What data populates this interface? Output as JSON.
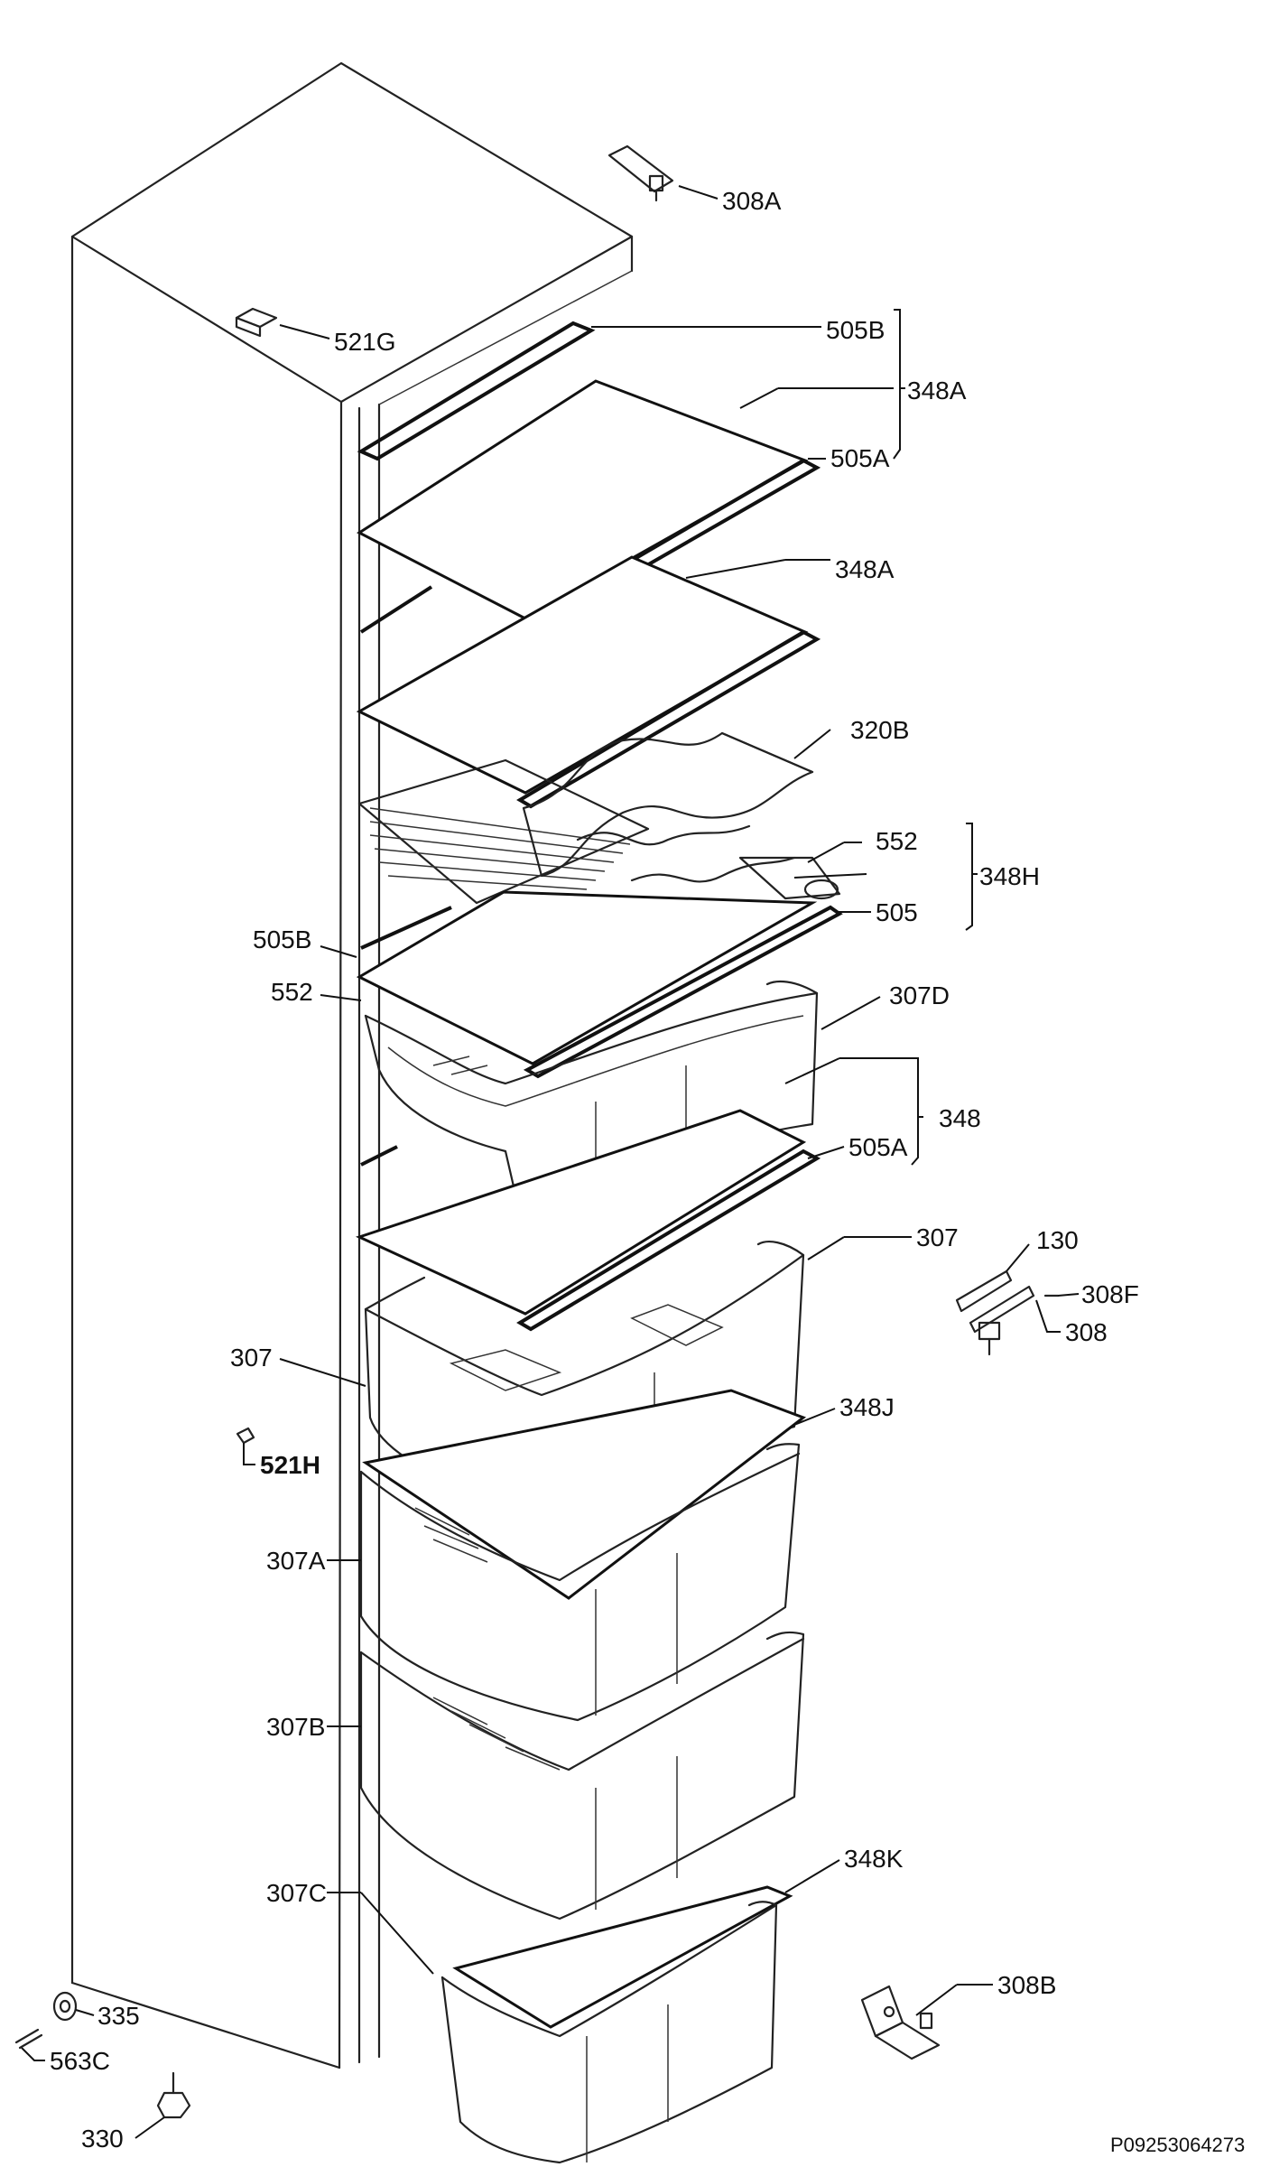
{
  "labels": {
    "l308a": "308A",
    "l521g": "521G",
    "l505b_top": "505B",
    "l348a_top": "348A",
    "l505a_top": "505A",
    "l348a_2": "348A",
    "l320b": "320B",
    "l552_right": "552",
    "l348h": "348H",
    "l505": "505",
    "l505b_left": "505B",
    "l552_left": "552",
    "l307d": "307D",
    "l348": "348",
    "l505a_2": "505A",
    "l307_right": "307",
    "l130": "130",
    "l308f": "308F",
    "l308": "308",
    "l307_left": "307",
    "l348j": "348J",
    "l521h": "521H",
    "l307a": "307A",
    "l307b": "307B",
    "l307c": "307C",
    "l348k": "348K",
    "l308b": "308B",
    "l335": "335",
    "l563c": "563C",
    "l330": "330"
  },
  "reference_code": "P09253064273"
}
